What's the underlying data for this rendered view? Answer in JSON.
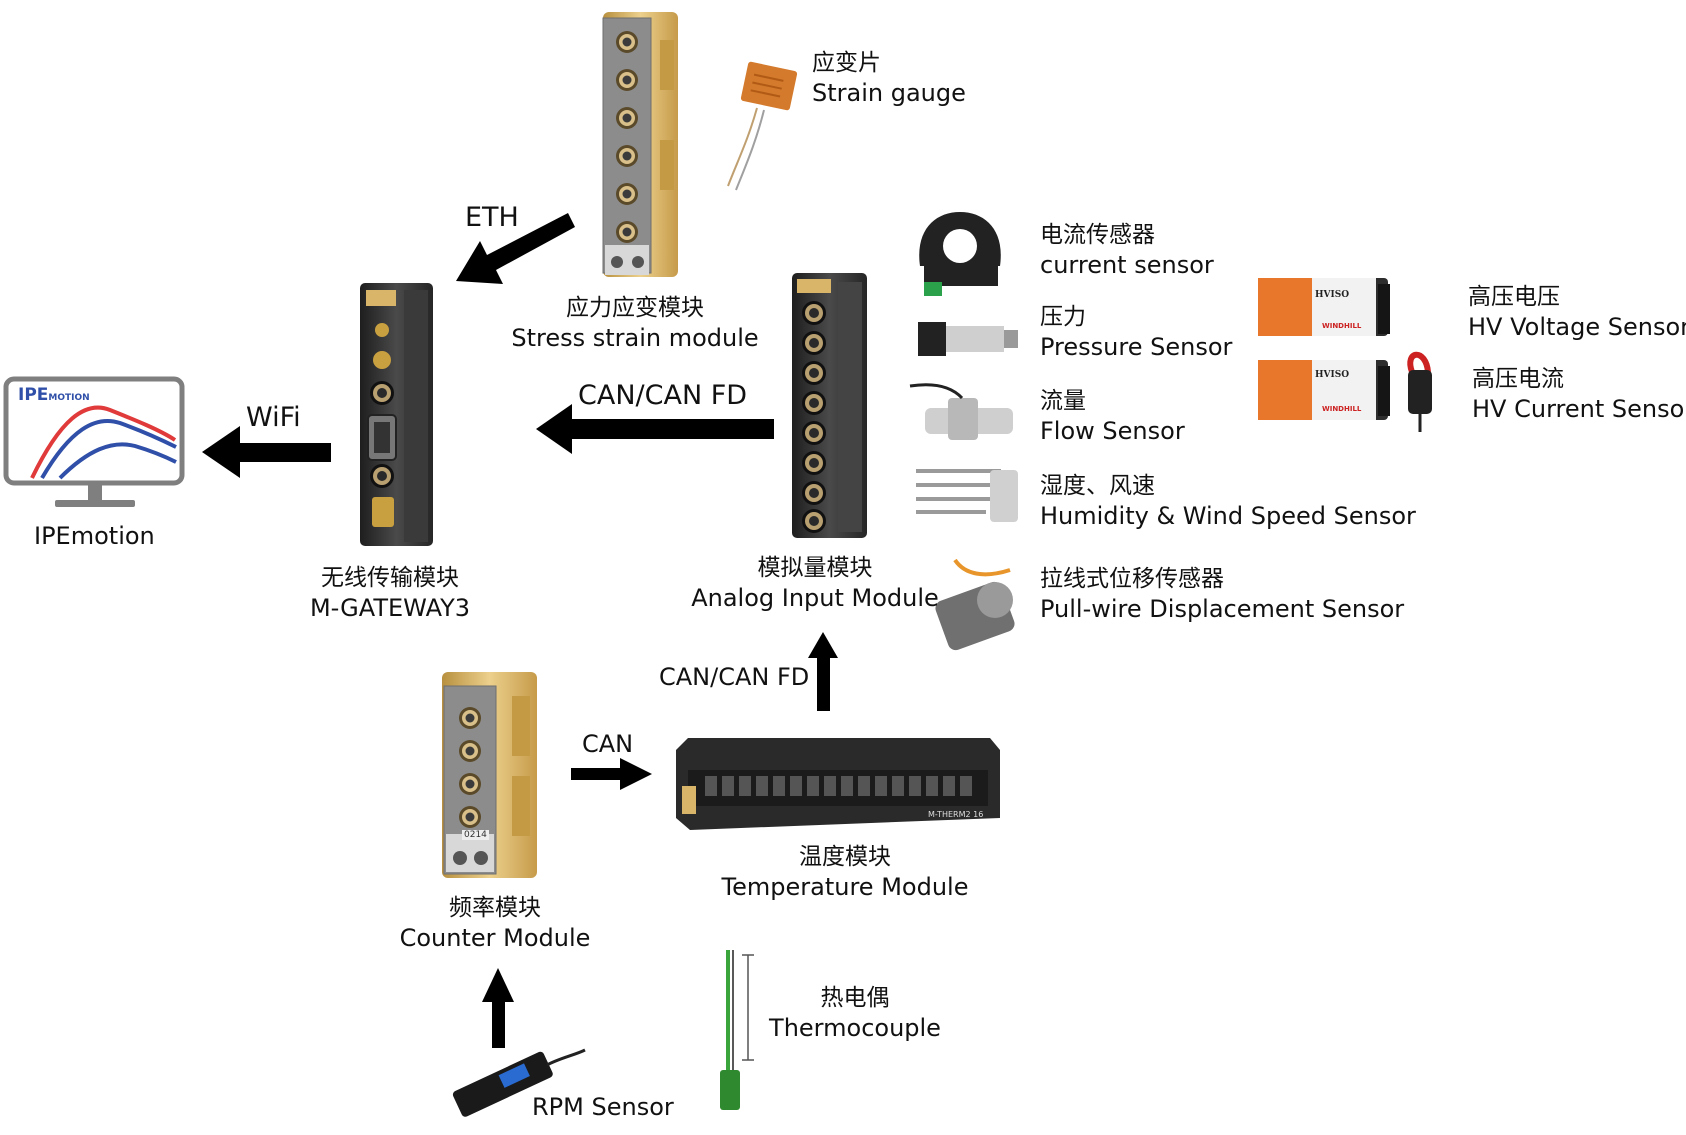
{
  "software": {
    "label": "IPEmotion",
    "logo_text": "IPE",
    "logo_sub": "MOTION"
  },
  "links": {
    "wifi": "WiFi",
    "eth": "ETH",
    "can_fd_main": "CAN/CAN FD",
    "can_fd_vertical": "CAN/CAN FD",
    "can": "CAN"
  },
  "modules": {
    "gateway": {
      "zh": "无线传输模块",
      "en": "M-GATEWAY3"
    },
    "strain": {
      "zh": "应力应变模块",
      "en": "Stress strain module"
    },
    "analog": {
      "zh": "模拟量模块",
      "en": "Analog Input Module"
    },
    "temperature": {
      "zh": "温度模块",
      "en": "Temperature Module",
      "plate_text": "M-THERM2 16"
    },
    "counter": {
      "zh": "频率模块",
      "en": "Counter Module",
      "tag": "0214"
    }
  },
  "sensors": {
    "strain_gauge": {
      "zh": "应变片",
      "en": "Strain gauge"
    },
    "current": {
      "zh": "电流传感器",
      "en": "current sensor"
    },
    "pressure": {
      "zh": "压力",
      "en": "Pressure Sensor"
    },
    "flow": {
      "zh": "流量",
      "en": "Flow Sensor"
    },
    "humidity": {
      "zh": "湿度、风速",
      "en": "Humidity & Wind Speed Sensor"
    },
    "pullwire": {
      "zh": "拉线式位移传感器",
      "en": "Pull-wire Displacement Sensor"
    },
    "hv_voltage": {
      "zh": "高压电压",
      "en": "HV Voltage Sensor",
      "box_brand": "HVISO",
      "box_logo": "WINDHILL"
    },
    "hv_current": {
      "zh": "高压电流",
      "en": "HV Current Sensor",
      "box_brand": "HVISO",
      "box_logo": "WINDHILL"
    },
    "thermocouple": {
      "zh": "热电偶",
      "en": "Thermocouple"
    },
    "rpm": {
      "en": "RPM Sensor"
    }
  },
  "colors": {
    "gold": "#d9b56a",
    "module_dark": "#2f2f2f",
    "arrow": "#000000",
    "orange": "#e8762b"
  }
}
